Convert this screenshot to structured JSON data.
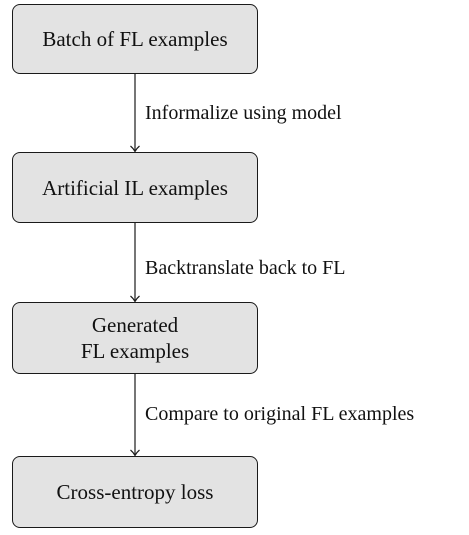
{
  "nodes": [
    {
      "id": "batch",
      "label": "Batch of FL examples"
    },
    {
      "id": "artificial",
      "label": "Artificial IL examples"
    },
    {
      "id": "generated",
      "label": "Generated\nFL examples"
    },
    {
      "id": "loss",
      "label": "Cross-entropy loss"
    }
  ],
  "edges": [
    {
      "from": "batch",
      "to": "artificial",
      "label": "Informalize using model"
    },
    {
      "from": "artificial",
      "to": "generated",
      "label": "Backtranslate back to FL"
    },
    {
      "from": "generated",
      "to": "loss",
      "label": "Compare to original FL examples"
    }
  ]
}
